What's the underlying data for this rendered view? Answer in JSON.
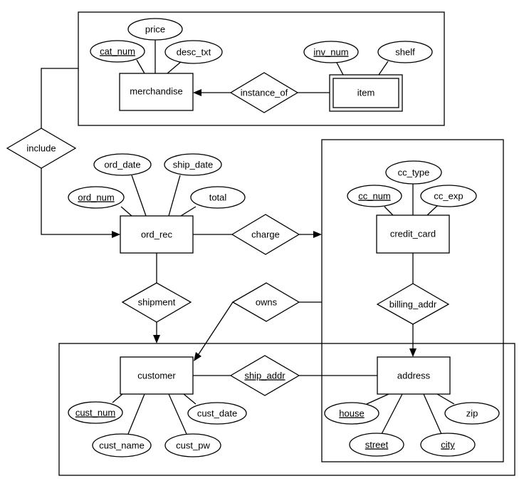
{
  "entities": {
    "merchandise": "merchandise",
    "item": "item",
    "ord_rec": "ord_rec",
    "credit_card": "credit_card",
    "customer": "customer",
    "address": "address"
  },
  "relationships": {
    "instance_of": "instance_of",
    "include": "include",
    "charge": "charge",
    "shipment": "shipment",
    "owns": "owns",
    "billing_addr": "billing_addr",
    "ship_addr": "ship_addr"
  },
  "attributes": {
    "price": "price",
    "cat_num": "cat_num",
    "desc_txt": "desc_txt",
    "inv_num": "inv_num",
    "shelf": "shelf",
    "ord_date": "ord_date",
    "ship_date": "ship_date",
    "ord_num": "ord_num",
    "total": "total",
    "cc_type": "cc_type",
    "cc_num": "cc_num",
    "cc_exp": "cc_exp",
    "cust_num": "cust_num",
    "cust_date": "cust_date",
    "cust_name": "cust_name",
    "cust_pw": "cust_pw",
    "house": "house",
    "zip": "zip",
    "street": "street",
    "city": "city"
  }
}
